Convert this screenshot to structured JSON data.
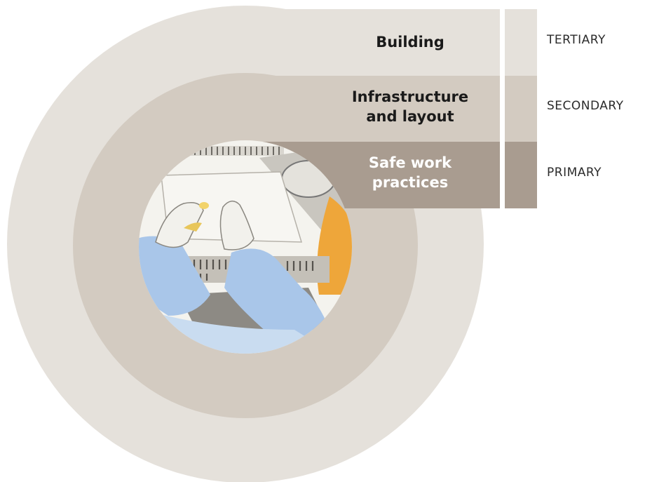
{
  "layers": [
    {
      "id": "tertiary",
      "label": "Building",
      "level": "TERTIARY",
      "color": "#e5e1db"
    },
    {
      "id": "secondary",
      "label": "Infrastructure and layout",
      "label_lines": [
        "Infrastructure",
        "and layout"
      ],
      "level": "SECONDARY",
      "color": "#d3cbc1"
    },
    {
      "id": "primary",
      "label": "Safe work practices",
      "label_lines": [
        "Safe work",
        "practices"
      ],
      "level": "PRIMARY",
      "color": "#a99c90"
    }
  ],
  "center_image": {
    "name": "biosafety-cabinet-gloved-hands-illustration"
  },
  "colors": {
    "dark_text": "#1a1a1a",
    "light_text": "#ffffff"
  }
}
